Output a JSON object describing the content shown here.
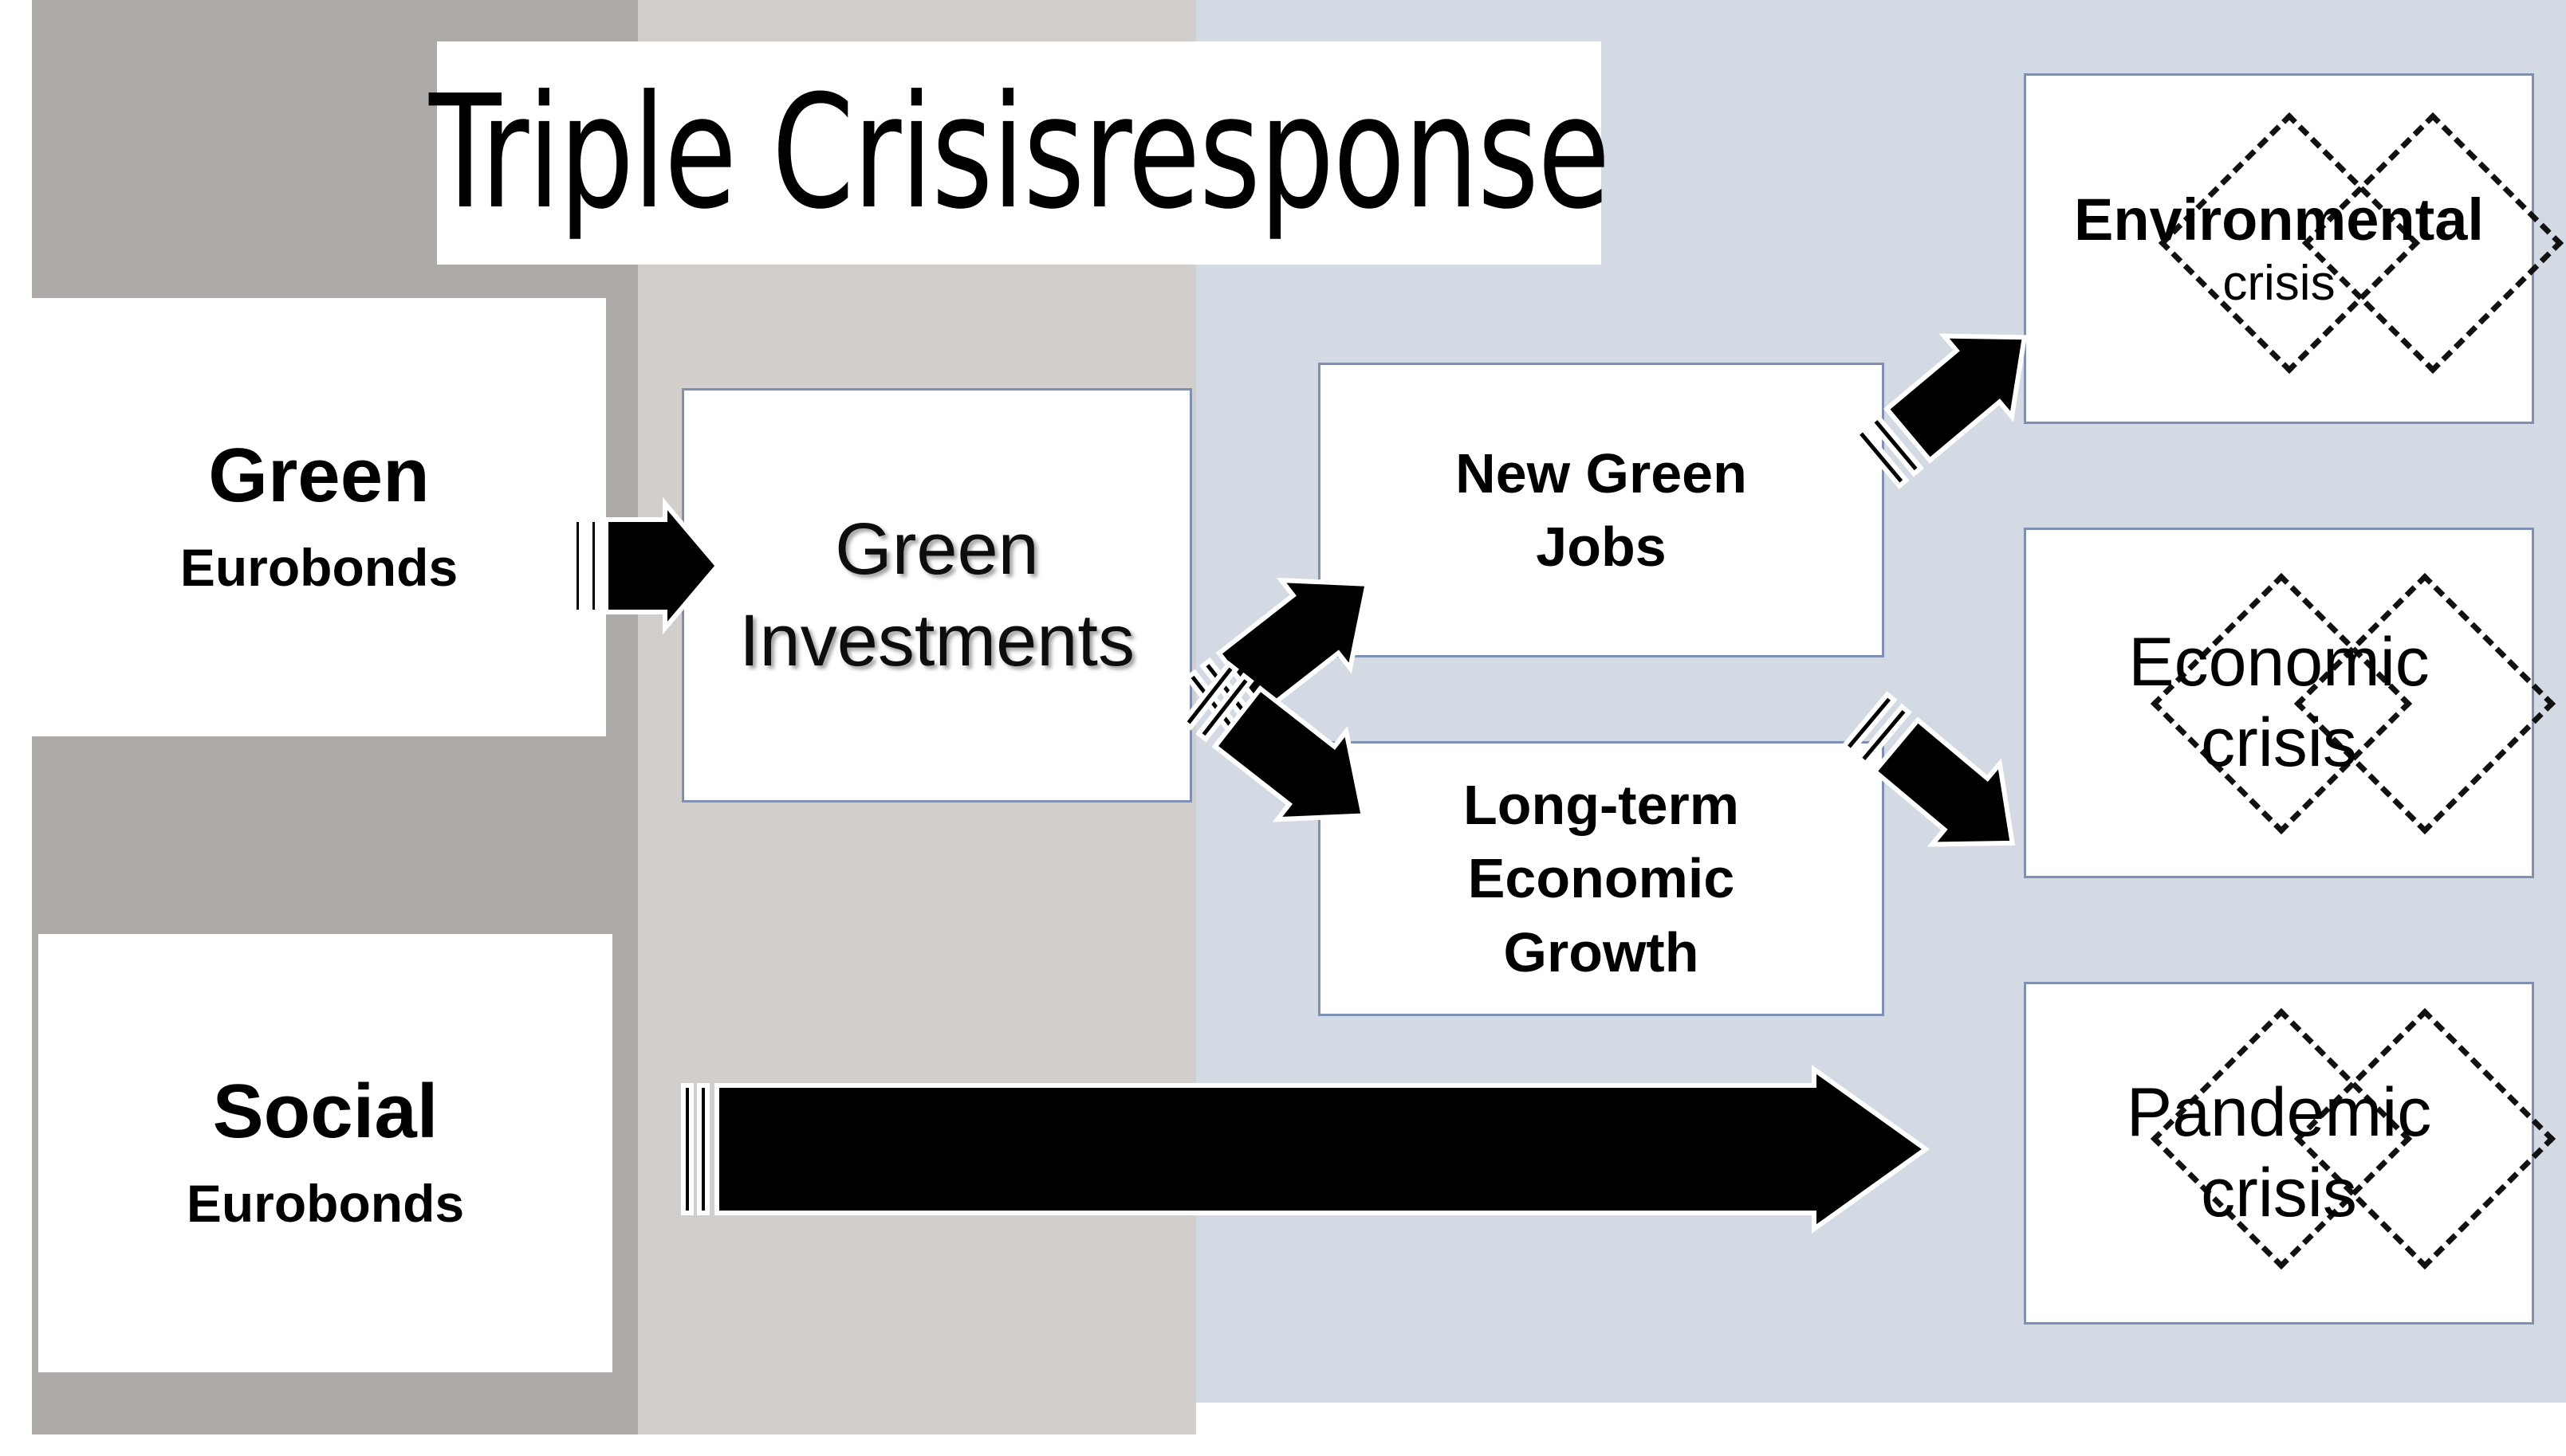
{
  "title": {
    "text": "Triple Crisisresponse"
  },
  "palette": {
    "band_left": "#ada9a6",
    "band_mid": "#d2cecb",
    "band_right": "#d3dae3",
    "box_border": "#7f90b5",
    "box_fill": "#ffffff",
    "arrow": "#000000",
    "page_background": "#ffffff"
  },
  "sources": [
    {
      "id": "green-eurobonds",
      "line1": "Green",
      "line2": "Eurobonds"
    },
    {
      "id": "social-eurobonds",
      "line1": "Social",
      "line2": "Eurobonds"
    }
  ],
  "middle": {
    "green_investments": {
      "line1": "Green",
      "line2": "Investments"
    }
  },
  "outcomes": [
    {
      "id": "new-green-jobs",
      "line1": "New Green",
      "line2": "Jobs",
      "line3": ""
    },
    {
      "id": "long-term-growth",
      "line1": "Long-term",
      "line2": "Economic",
      "line3": "Growth"
    }
  ],
  "crises": [
    {
      "id": "environmental-crisis",
      "line1": "Environmental",
      "line2": "crisis",
      "style": "bold",
      "crossed_out": true
    },
    {
      "id": "economic-crisis",
      "line1": "Economic",
      "line2": "crisis",
      "style": "light",
      "crossed_out": true
    },
    {
      "id": "pandemic-crisis",
      "line1": "Pandemic",
      "line2": "crisis",
      "style": "light",
      "crossed_out": true
    }
  ],
  "arrows": [
    {
      "id": "green-eurobonds-to-green-investments",
      "from": "Green Eurobonds",
      "to": "Green Investments",
      "direction": "right"
    },
    {
      "id": "green-investments-to-new-green-jobs",
      "from": "Green Investments",
      "to": "New Green Jobs",
      "direction": "up-right"
    },
    {
      "id": "green-investments-to-long-term-growth",
      "from": "Green Investments",
      "to": "Long-term Economic Growth",
      "direction": "down-right"
    },
    {
      "id": "new-green-jobs-to-environmental-crisis",
      "from": "New Green Jobs",
      "to": "Environmental crisis",
      "direction": "up-right"
    },
    {
      "id": "long-term-growth-to-economic-crisis",
      "from": "Long-term Economic Growth",
      "to": "Economic crisis",
      "direction": "down-right"
    },
    {
      "id": "social-eurobonds-to-pandemic-crisis",
      "from": "Social Eurobonds",
      "to": "Pandemic crisis",
      "direction": "right"
    }
  ]
}
